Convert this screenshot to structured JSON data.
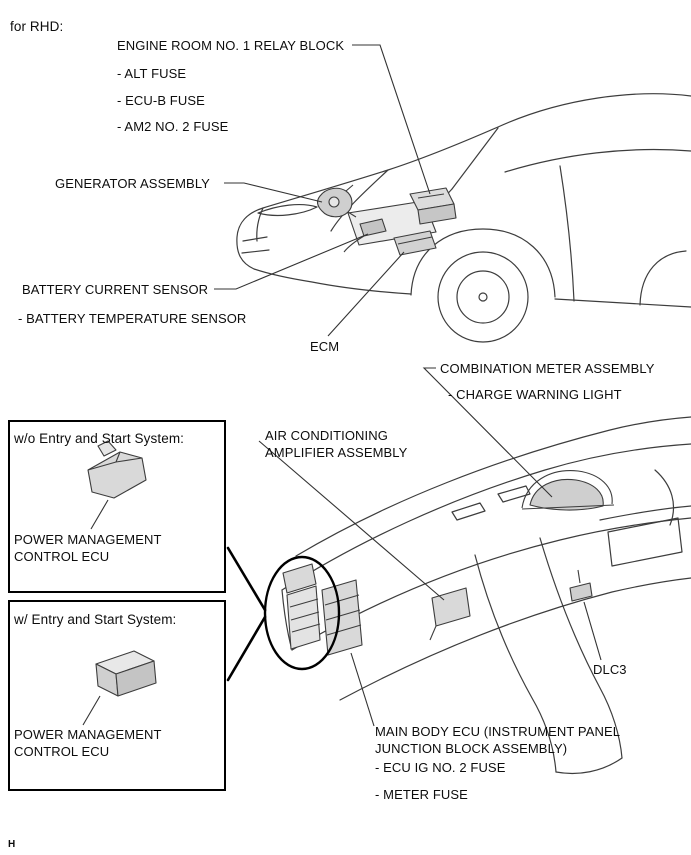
{
  "page": {
    "region_note": "for RHD:",
    "footer_mark": "H"
  },
  "engine_bay": {
    "relay_block_label": "ENGINE ROOM NO. 1 RELAY BLOCK",
    "relay_block_fuses": [
      "- ALT FUSE",
      "- ECU-B FUSE",
      "- AM2 NO. 2 FUSE"
    ],
    "generator_label": "GENERATOR ASSEMBLY",
    "battery_current_sensor_label": "BATTERY CURRENT SENSOR",
    "battery_temperature_sensor_label": "- BATTERY TEMPERATURE SENSOR",
    "ecm_label": "ECM"
  },
  "instrument_panel": {
    "combination_meter_label": "COMBINATION METER ASSEMBLY",
    "charge_warning_light_label": "- CHARGE WARNING LIGHT",
    "ac_amplifier_label": "AIR CONDITIONING\nAMPLIFIER ASSEMBLY",
    "dlc3_label": "DLC3",
    "main_body_ecu_label": "MAIN BODY ECU (INSTRUMENT PANEL\nJUNCTION BLOCK ASSEMBLY)",
    "main_body_ecu_fuses": [
      "- ECU IG NO. 2 FUSE",
      "- METER FUSE"
    ],
    "variant_boxes": [
      {
        "title": "w/o Entry and Start System:",
        "component_label": "POWER MANAGEMENT\nCONTROL ECU"
      },
      {
        "title": "w/ Entry and Start System:",
        "component_label": "POWER MANAGEMENT\nCONTROL ECU"
      }
    ]
  }
}
